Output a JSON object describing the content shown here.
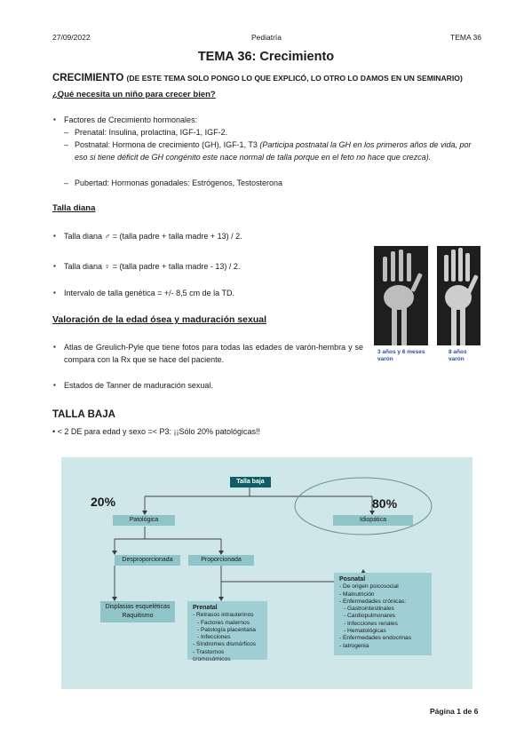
{
  "header": {
    "date": "27/09/2022",
    "subject": "Pediatría",
    "tema": "TEMA 36"
  },
  "title": "TEMA 36: Crecimiento",
  "crec_heading": "CRECIMIENTO ",
  "crec_note": "(DE ESTE TEMA SOLO PONGO LO QUE EXPLICÓ, LO OTRO LO DAMOS EN UN SEMINARIO)",
  "question": "¿Qué necesita un niño para crecer bien?",
  "factores": {
    "title": "Factores de Crecimiento hormonales:",
    "prenatal": "Prenatal: Insulina, prolactina, IGF-1, IGF-2.",
    "postnatal": "Postnatal: Hormona de crecimiento (GH), IGF-1, T3 ",
    "postnatal_note": "(Participa postnatal la GH en los primeros años de vida, por eso si tiene déficit de GH congénito este nace normal de talla porque en el feto no hace que crezca).",
    "pubertad": "Pubertad: Hormonas gonadales: Estrógenos, Testosterona"
  },
  "talla_diana": {
    "title": "Talla diana",
    "male": "Talla diana ♂ = (talla padre + talla madre + 13) / 2.",
    "female": "Talla diana ♀ = (talla padre + talla madre - 13) / 2.",
    "intervalo": "Intervalo de talla genética = +/- 8,5 cm de la TD."
  },
  "valoracion": {
    "title": "Valoración de la edad ósea y maduración sexual",
    "atlas": "Atlas de Greulich-Pyle que tiene fotos para todas las edades de varón-hembra y se compara con la Rx que se hace del paciente.",
    "tanner": "Estados de Tanner de maduración sexual."
  },
  "xray": {
    "cap1": "3 años y 6 meses varón",
    "cap2": "8 años varón"
  },
  "talla_baja": {
    "title": "TALLA BAJA",
    "desc": "< 2 DE para edad y sexo =< P3: ¡¡Sólo 20% patológicas!!"
  },
  "diagram": {
    "root": "Talla baja",
    "pct_left": "20%",
    "pct_right": "80%",
    "patologica": "Patológica",
    "idiopatica": "Idiopática",
    "desproporcionada": "Desproporcionada",
    "proporcionada": "Proporcionada",
    "displasias": "Displasias esqueléticas",
    "raquitismo": "Raquitismo",
    "prenatal_title": "Prenatal",
    "prenatal_items": [
      "- Retrasos intrauterinos",
      "- Factores maternos",
      "- Patología placentaria",
      "- Infecciones",
      "- Síndromes dismórficos",
      "- Trastornos cromosómicos"
    ],
    "posnatal_title": "Posnatal",
    "posnatal_items": [
      "- De origen psicosocial",
      "- Malnutrición",
      "- Enfermedades crónicas:",
      "- Gastrointestinales",
      "- Cardiopulmonares",
      "- Infecciones renales",
      "- Hematológicas",
      "- Enfermedades endocrinas",
      "- Iatrogenia"
    ]
  },
  "footer": "Página 1 de 6",
  "colors": {
    "diagram_bg": "#cfe7e9",
    "box": "#8fc4c9",
    "dark_box": "#0f5e66",
    "caption": "#2a4fa8"
  }
}
